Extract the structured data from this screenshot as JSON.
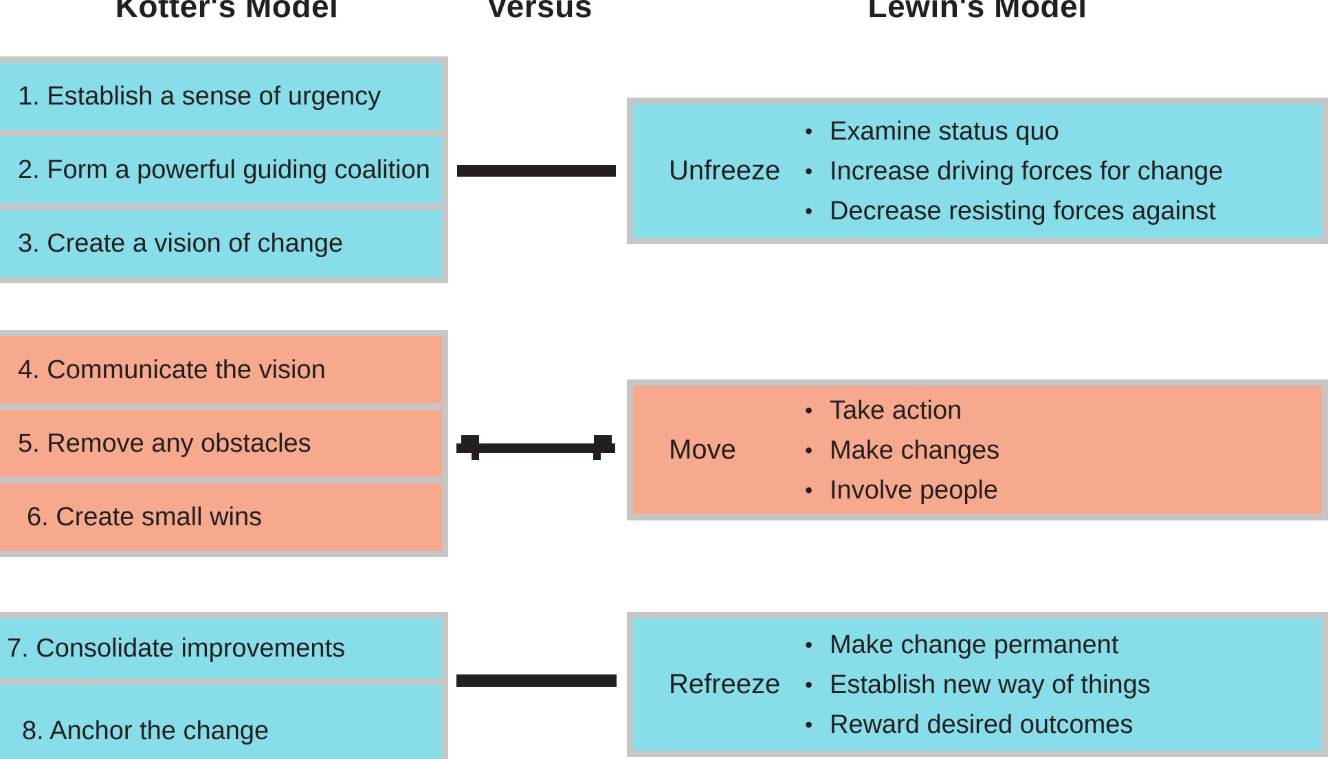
{
  "glyphs": {
    "bullet": "•"
  },
  "colors": {
    "cyan": "#87DDE8",
    "salmon": "#F7A98D",
    "gray_border": "#C6C6C6",
    "ink": "#231F20"
  },
  "headers": {
    "left": "Kotter's Model",
    "middle": "Versus",
    "right": "Lewin's Model"
  },
  "kotter": {
    "groups": [
      {
        "steps": [
          "1. Establish a sense of urgency",
          "2. Form a powerful guiding coalition",
          "3. Create a vision of change"
        ]
      },
      {
        "steps": [
          "4. Communicate the vision",
          "5. Remove any obstacles",
          "6. Create small wins"
        ]
      },
      {
        "steps": [
          "7. Consolidate improvements",
          "8. Anchor the change"
        ]
      }
    ]
  },
  "lewin": {
    "stages": [
      {
        "label": "Unfreeze",
        "bullets": [
          "Examine status quo",
          "Increase driving forces for change",
          "Decrease resisting forces against"
        ]
      },
      {
        "label": "Move",
        "bullets": [
          "Take action",
          "Make changes",
          "Involve people"
        ]
      },
      {
        "label": "Refreeze",
        "bullets": [
          "Make change permanent",
          "Establish new way of things",
          "Reward desired outcomes"
        ]
      }
    ]
  }
}
